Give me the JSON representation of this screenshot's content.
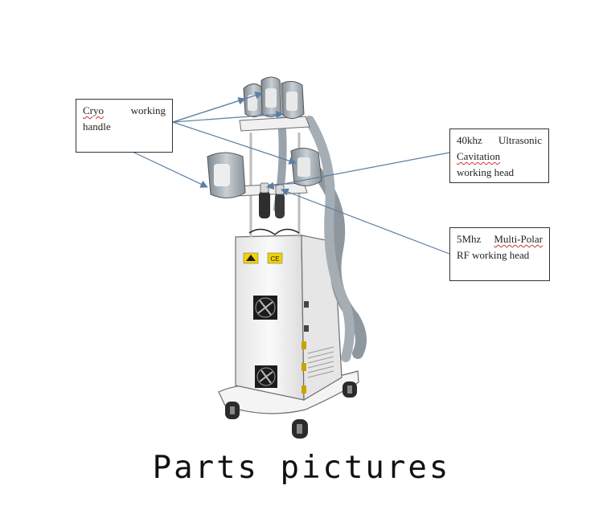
{
  "callouts": {
    "cryo": {
      "line1_a": "Cryo",
      "line1_b": "working",
      "line2": "handle"
    },
    "cavitation": {
      "line1_a": "40khz",
      "line1_b": "Ultrasonic",
      "line2": "Cavitation",
      "line3": "working head"
    },
    "rf": {
      "line1_a": "5Mhz",
      "line1_b": "Multi-Polar",
      "line2": "RF working head"
    }
  },
  "panel_labels": {
    "ce_mark": "CE"
  },
  "caption": "Parts pictures",
  "colors": {
    "arrow": "#5b7fa3",
    "machine_body": "#f2f2f2",
    "handle": "#9aa3ab",
    "outline": "#6d6d6d"
  }
}
